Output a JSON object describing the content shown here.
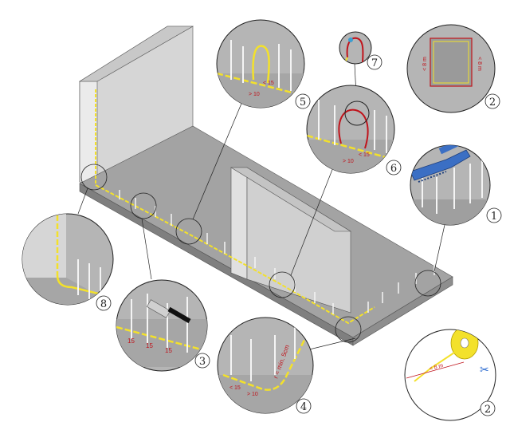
{
  "colors": {
    "slab_top": "#a3a3a3",
    "slab_front": "#8a8a8a",
    "wall_face": "#d9d9d9",
    "wall_side": "#b8b8b8",
    "tape": "#f3e12b",
    "dimension": "#c0141c",
    "detail_bg": "#b5b5b5",
    "outline": "#222222",
    "tool": "#3b6fc4"
  },
  "callouts": {
    "c1": {
      "number": "1"
    },
    "c2a": {
      "number": "2",
      "dim_left": "< 8 m",
      "dim_right": "< 8 m"
    },
    "c2b": {
      "number": "2",
      "dim_len": "< 8 m"
    },
    "c3": {
      "number": "3",
      "d1": "15",
      "d2": "15",
      "d3": "15"
    },
    "c4": {
      "number": "4",
      "radius": "r = min. 5cm",
      "d1": "< 15",
      "d2": "> 10"
    },
    "c5": {
      "number": "5",
      "d1": "< 15",
      "d2": "> 10"
    },
    "c6": {
      "number": "6",
      "d1": "< 15",
      "d2": "> 10"
    },
    "c7": {
      "number": "7"
    },
    "c8": {
      "number": "8"
    }
  }
}
